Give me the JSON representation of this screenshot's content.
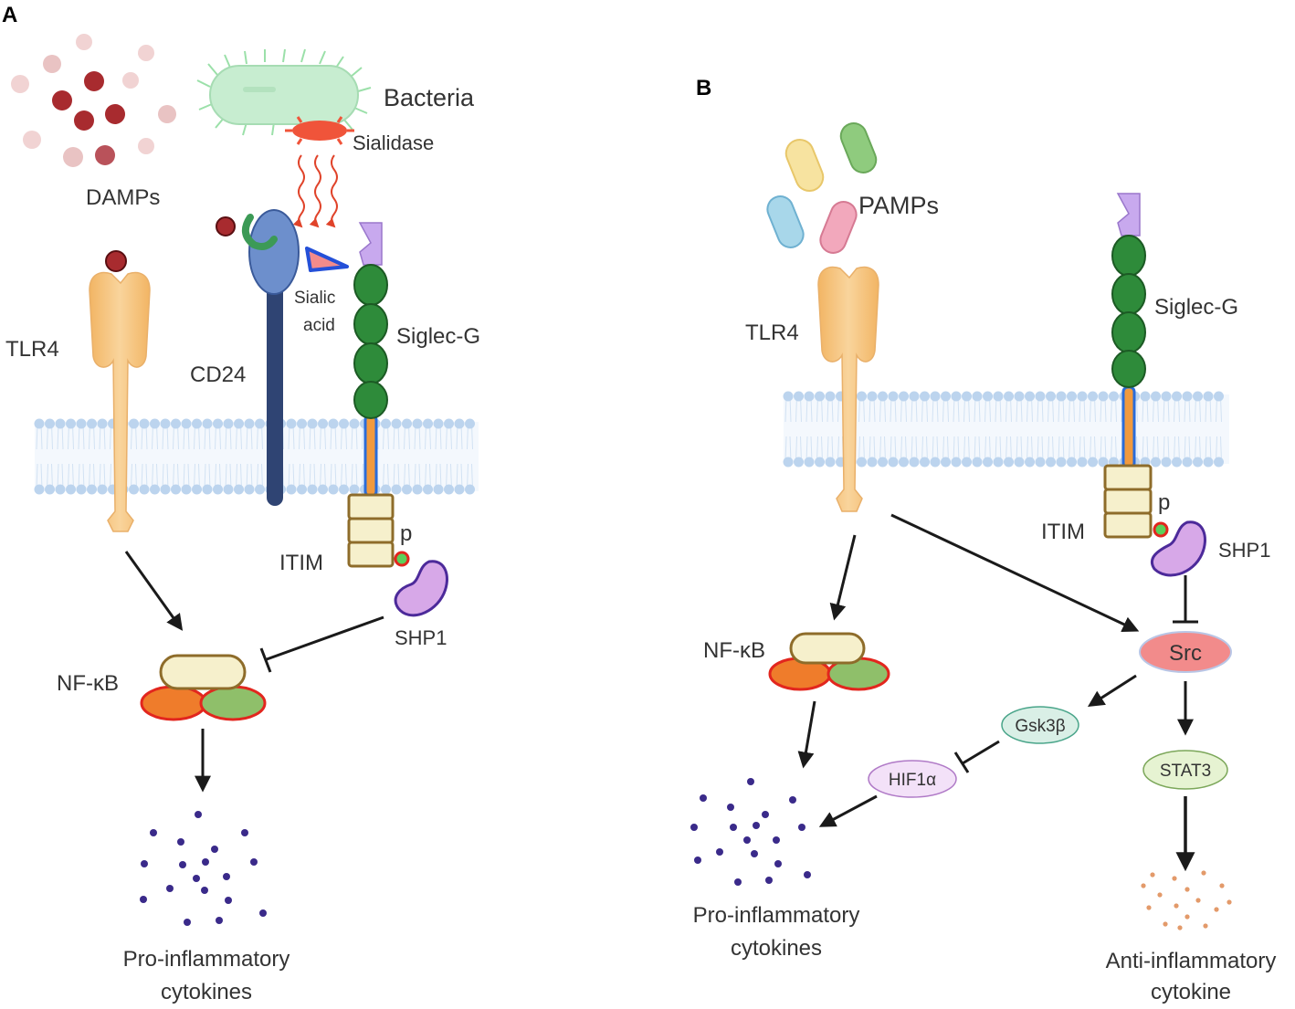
{
  "panel_a": {
    "letter": "A",
    "damps": "DAMPs",
    "bacteria": "Bacteria",
    "sialidase": "Sialidase",
    "sialic_acid_line1": "Sialic",
    "sialic_acid_line2": "acid",
    "tlr4": "TLR4",
    "cd24": "CD24",
    "siglec_g": "Siglec-G",
    "p": "p",
    "itim": "ITIM",
    "shp1": "SHP1",
    "nfkb": "NF-κB",
    "output_line1": "Pro-inflammatory",
    "output_line2": "cytokines"
  },
  "panel_b": {
    "letter": "B",
    "pamps": "PAMPs",
    "tlr4": "TLR4",
    "siglec_g": "Siglec-G",
    "p": "p",
    "itim": "ITIM",
    "shp1": "SHP1",
    "nfkb": "NF-κB",
    "src": "Src",
    "gsk3b": "Gsk3β",
    "hif1a": "HIF1α",
    "stat3": "STAT3",
    "pro_line1": "Pro-inflammatory",
    "pro_line2": "cytokines",
    "anti_line1": "Anti-inflammatory",
    "anti_line2": "cytokine"
  },
  "colors": {
    "tlr4": "#f5c27e",
    "siglec": "#2e8b3a",
    "cd24": "#2f4473",
    "itim": "#f6f0cc",
    "shp1": "#d7a8e8",
    "src": "#f28b8b",
    "nfkb_orange": "#ef7c2b",
    "nfkb_green": "#8fbf6a",
    "cytokine_pro": "#3a2a8a",
    "cytokine_anti": "#e39a6a",
    "membrane": "#b9d3ef"
  }
}
